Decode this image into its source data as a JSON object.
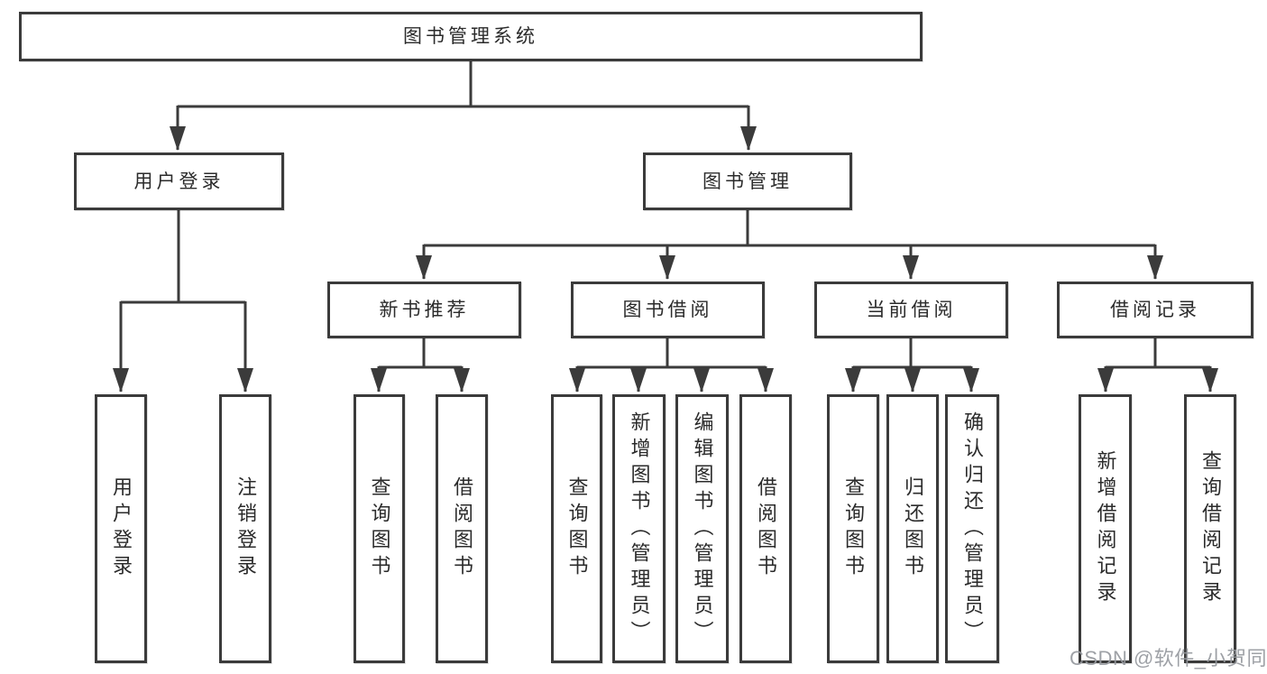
{
  "diagram": {
    "type": "hierarchy-tree",
    "title": "图书管理系统",
    "watermark": "CSDN @软件_小贺同学",
    "colors": {
      "background": "#ffffff",
      "line": "#3b3b3b",
      "box_border": "#3b3b3b",
      "box_fill": "#ffffff",
      "text": "#2b2b2b",
      "watermark": "#96999e"
    },
    "nodes": [
      {
        "label": "图书管理系统",
        "level": 1
      },
      {
        "label": "用户登录",
        "level": 2
      },
      {
        "label": "图书管理",
        "level": 2
      },
      {
        "label": "新书推荐",
        "level": 3
      },
      {
        "label": "图书借阅",
        "level": 3
      },
      {
        "label": "当前借阅",
        "level": 3
      },
      {
        "label": "借阅记录",
        "level": 3
      },
      {
        "label": "用户登录",
        "level": 4
      },
      {
        "label": "注销登录",
        "level": 4
      },
      {
        "label": "查询图书",
        "level": 4
      },
      {
        "label": "借阅图书",
        "level": 4
      },
      {
        "label": "查询图书",
        "level": 4
      },
      {
        "label": "新增图书（管理员）",
        "level": 4
      },
      {
        "label": "编辑图书（管理员）",
        "level": 4
      },
      {
        "label": "借阅图书",
        "level": 4
      },
      {
        "label": "查询图书",
        "level": 4
      },
      {
        "label": "归还图书",
        "level": 4
      },
      {
        "label": "确认归还（管理员）",
        "level": 4
      },
      {
        "label": "新增借阅记录",
        "level": 4
      },
      {
        "label": "查询借阅记录",
        "level": 4
      }
    ],
    "hierarchy": {
      "图书管理系统": [
        "用户登录",
        "图书管理"
      ],
      "用户登录": [
        "用户登录",
        "注销登录"
      ],
      "图书管理": [
        "新书推荐",
        "图书借阅",
        "当前借阅",
        "借阅记录"
      ],
      "新书推荐": [
        "查询图书",
        "借阅图书"
      ],
      "图书借阅": [
        "查询图书",
        "新增图书（管理员）",
        "编辑图书（管理员）",
        "借阅图书"
      ],
      "当前借阅": [
        "查询图书",
        "归还图书",
        "确认归还（管理员）"
      ],
      "借阅记录": [
        "新增借阅记录",
        "查询借阅记录"
      ]
    }
  }
}
